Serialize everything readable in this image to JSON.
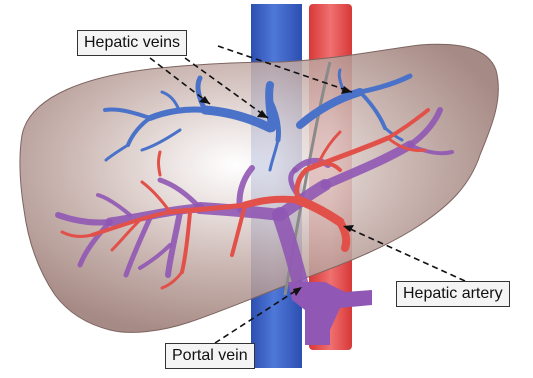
{
  "labels": {
    "hepatic_veins": "Hepatic veins",
    "hepatic_artery": "Hepatic artery",
    "portal_vein": "Portal vein"
  },
  "colors": {
    "liver_fill": "#b49a95",
    "vena_cava": "#3a63c8",
    "aorta": "#e05050",
    "hepatic_veins": "#4a72c9",
    "hepatic_artery": "#e2504a",
    "portal_vein": "#9058b4"
  }
}
